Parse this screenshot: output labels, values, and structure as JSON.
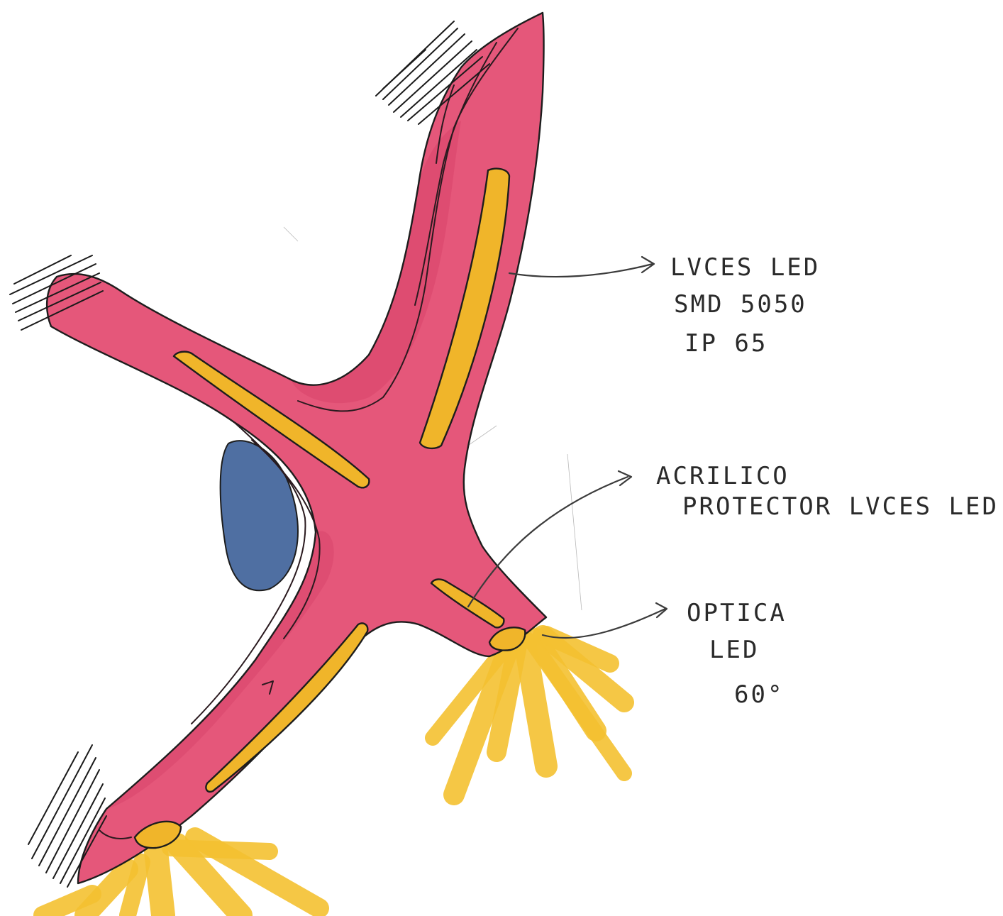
{
  "labels": {
    "led_lights": [
      "LVCES LED",
      "SMD 5050",
      "IP 65"
    ],
    "acrylic": [
      "ACRILICO",
      "PROTECTOR   LVCES LED"
    ],
    "optics": [
      "OPTICA",
      "LED",
      "60°"
    ]
  },
  "colors": {
    "body": "#e5577a",
    "body_shadow": "#d8436a",
    "led_strip": "#f0b52a",
    "light_rays": "#f4c131",
    "blue_part": "#4f6fa2",
    "ink": "#1d1d1d"
  },
  "icons": {
    "motion_hatch": "motion-hatch-icon",
    "arrow": "arrow-icon",
    "light_beam": "light-beam-icon"
  }
}
